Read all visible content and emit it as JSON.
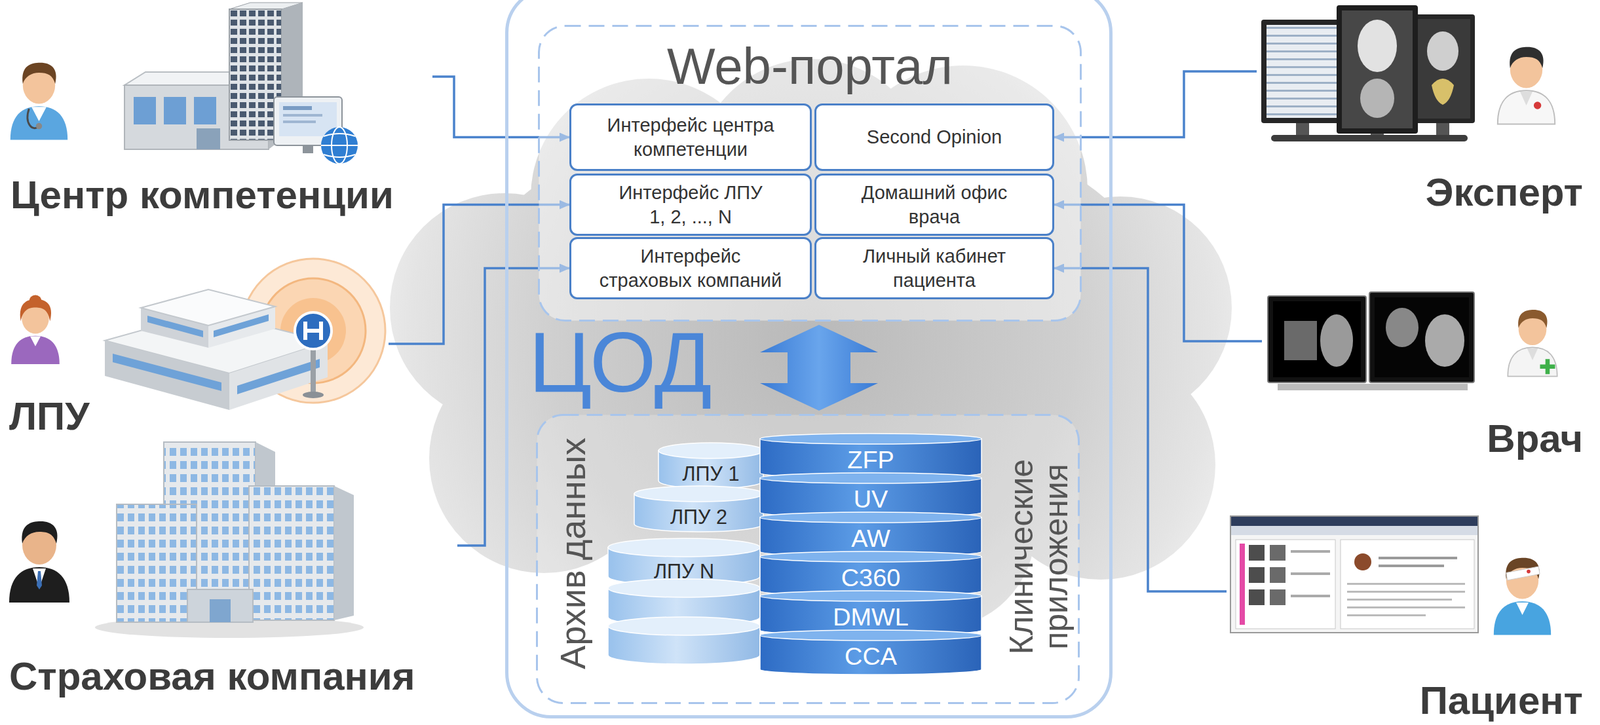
{
  "diagram": {
    "nodes": [
      {
        "text": [
          "Центр компетенции"
        ]
      },
      {
        "text": [
          "ЛПУ"
        ]
      },
      {
        "text": [
          "Страховая компания"
        ]
      },
      {
        "text": [
          "ЦОД"
        ]
      },
      {
        "text": [
          "Web-портал"
        ],
        "in": 3
      },
      {
        "text": [
          "Интерфейс центра компетенции"
        ],
        "in": 4
      },
      {
        "text": [
          "Second Opinion"
        ],
        "in": 4
      },
      {
        "text": [
          "Интерфейс ЛПУ 1, 2, ..., N"
        ],
        "in": 4
      },
      {
        "text": [
          "Домашний офис врача"
        ],
        "in": 4
      },
      {
        "text": [
          "Интерфейс страховых компаний"
        ],
        "in": 4
      },
      {
        "text": [
          "Личный кабинет пациента"
        ],
        "in": 4
      },
      {
        "text": [
          "Архив данных",
          "Клинические приложения"
        ],
        "in": 3
      },
      {
        "text": [
          "ЛПУ 1"
        ],
        "in": 11
      },
      {
        "text": [
          "ЛПУ 2"
        ],
        "in": 11
      },
      {
        "text": [
          "ЛПУ N"
        ],
        "in": 11
      },
      {
        "text": [
          "ZFP"
        ],
        "in": 11
      },
      {
        "text": [
          "UV"
        ],
        "in": 11
      },
      {
        "text": [
          "AW"
        ],
        "in": 11
      },
      {
        "text": [
          "C360"
        ],
        "in": 11
      },
      {
        "text": [
          "DMWL"
        ],
        "in": 11
      },
      {
        "text": [
          "CCA"
        ],
        "in": 11
      },
      {
        "text": [
          "Эксперт"
        ]
      },
      {
        "text": [
          "Врач"
        ]
      },
      {
        "text": [
          "Пациент"
        ]
      }
    ],
    "edges": [
      {
        "from": 0,
        "to": 5,
        "arrow": "to"
      },
      {
        "from": 1,
        "to": 7,
        "arrow": "to"
      },
      {
        "from": 2,
        "to": 9,
        "arrow": "to"
      },
      {
        "from": 21,
        "to": 6,
        "arrow": "to"
      },
      {
        "from": 22,
        "to": 8,
        "arrow": "to"
      },
      {
        "from": 23,
        "to": 10,
        "arrow": "to"
      },
      {
        "from": 4,
        "to": 11,
        "arrow": "both"
      }
    ]
  }
}
